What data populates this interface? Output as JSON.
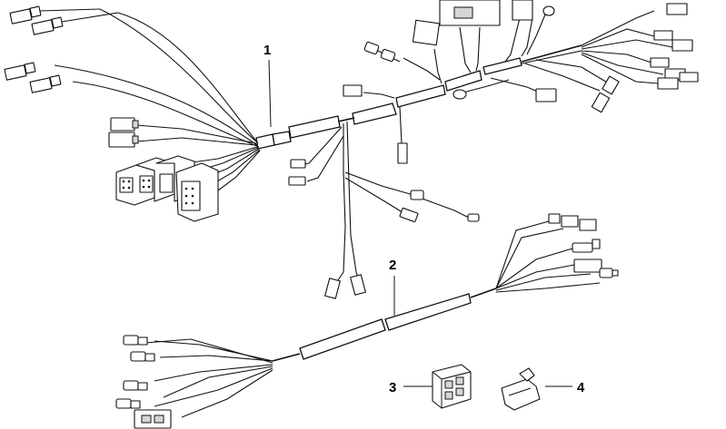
{
  "diagram": {
    "callouts": [
      {
        "id": "1"
      },
      {
        "id": "2"
      },
      {
        "id": "3"
      },
      {
        "id": "4"
      }
    ]
  }
}
